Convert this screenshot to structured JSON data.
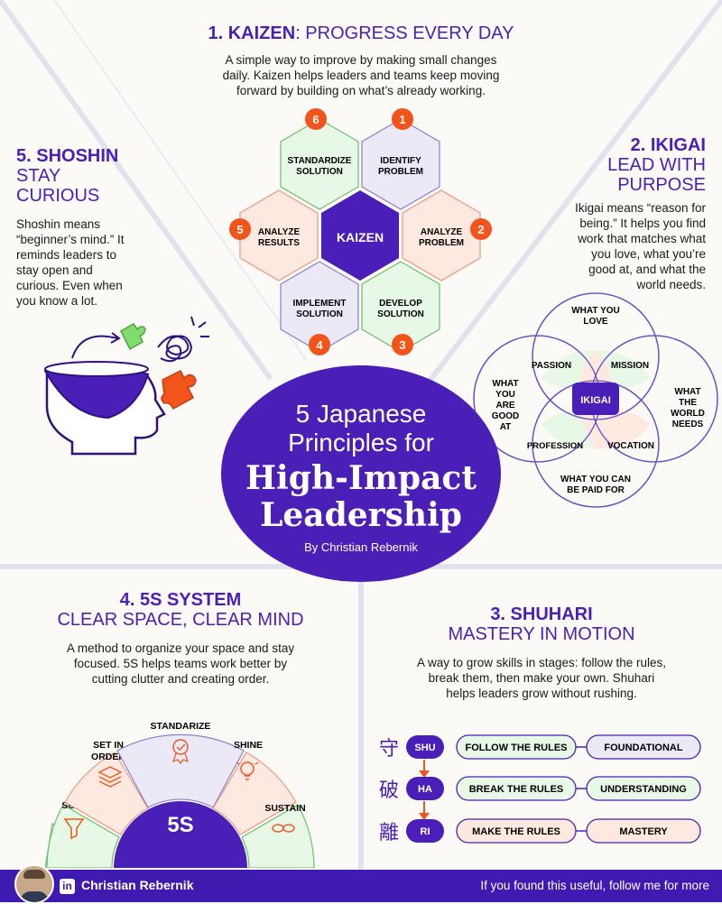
{
  "kaizen": {
    "number_title": "1. KAIZEN",
    "subtitle": ": PROGRESS EVERY DAY",
    "desc": [
      "A simple way to improve by making small changes",
      "daily. Kaizen helps leaders and teams keep moving",
      "forward by building on what’s already working."
    ],
    "center": "KAIZEN",
    "steps": [
      {
        "num": "1",
        "lines": [
          "IDENTIFY",
          "PROBLEM"
        ]
      },
      {
        "num": "2",
        "lines": [
          "ANALYZE",
          "PROBLEM"
        ]
      },
      {
        "num": "3",
        "lines": [
          "DEVELOP",
          "SOLUTION"
        ]
      },
      {
        "num": "4",
        "lines": [
          "IMPLEMENT",
          "SOLUTION"
        ]
      },
      {
        "num": "5",
        "lines": [
          "ANALYZE",
          "RESULTS"
        ]
      },
      {
        "num": "6",
        "lines": [
          "STANDARDIZE",
          "SOLUTION"
        ]
      }
    ]
  },
  "ikigai": {
    "title": "2. IKIGAI",
    "subtitle": [
      "LEAD WITH",
      "PURPOSE"
    ],
    "desc": [
      "Ikigai means “reason for",
      "being.” It helps you find",
      "work that matches what",
      "you love, what you’re",
      "good at, and what the",
      "world needs."
    ],
    "love": [
      "WHAT YOU",
      "LOVE"
    ],
    "good_at": [
      "WHAT",
      "YOU",
      "ARE",
      "GOOD",
      "AT"
    ],
    "world": [
      "WHAT",
      "THE",
      "WORLD",
      "NEEDS"
    ],
    "paid": [
      "WHAT YOU CAN",
      "BE PAID FOR"
    ],
    "passion": "PASSION",
    "mission": "MISSION",
    "profession": "PROFESSION",
    "vocation": "VOCATION",
    "center": "IKIGAI"
  },
  "shoshin": {
    "title": "5. SHOSHIN",
    "subtitle": [
      "STAY",
      "CURIOUS"
    ],
    "desc": [
      "Shoshin means",
      "“beginner’s mind.” It",
      "reminds leaders to",
      "stay open and",
      "curious. Even when",
      "you know a lot."
    ]
  },
  "center": {
    "line1": "5 Japanese",
    "line2": "Principles for",
    "line3": "High-Impact",
    "line4": "Leadership",
    "byline": "By Christian Rebernik"
  },
  "five_s": {
    "title": "4. 5S SYSTEM",
    "subtitle": "CLEAR SPACE, CLEAR MIND",
    "desc": [
      "A method to organize your space and stay",
      "focused. 5S helps teams work better by",
      "cutting clutter and creating order."
    ],
    "center": "5S",
    "sort": "SORT",
    "set_in_order": [
      "SET IN",
      "ORDER"
    ],
    "standarize": "STANDARIZE",
    "shine": "SHINE",
    "sustain": "SUSTAIN"
  },
  "shuhari": {
    "title": "3. SHUHARI",
    "subtitle": "MASTERY IN MOTION",
    "desc": [
      "A way to grow skills in stages: follow the rules,",
      "break them, then make your own. Shuhari",
      "helps leaders grow without rushing."
    ],
    "rows": [
      {
        "kanji": "守",
        "stage": "SHU",
        "action": "FOLLOW THE RULES",
        "result": "FOUNDATIONAL"
      },
      {
        "kanji": "破",
        "stage": "HA",
        "action": "BREAK THE RULES",
        "result": "UNDERSTANDING"
      },
      {
        "kanji": "離",
        "stage": "RI",
        "action": "MAKE THE RULES",
        "result": "MASTERY"
      }
    ]
  },
  "footer": {
    "name": "Christian Rebernik",
    "linkedin_icon": "in",
    "cta": "If you found this useful, follow me for more"
  },
  "colors": {
    "purple": "#4a1fb8",
    "orange": "#f2541b",
    "green_fill": "#e8f8e6",
    "peach_fill": "#fde9e0",
    "lavender_fill": "#ece9f7",
    "background": "#fbfaf6"
  }
}
